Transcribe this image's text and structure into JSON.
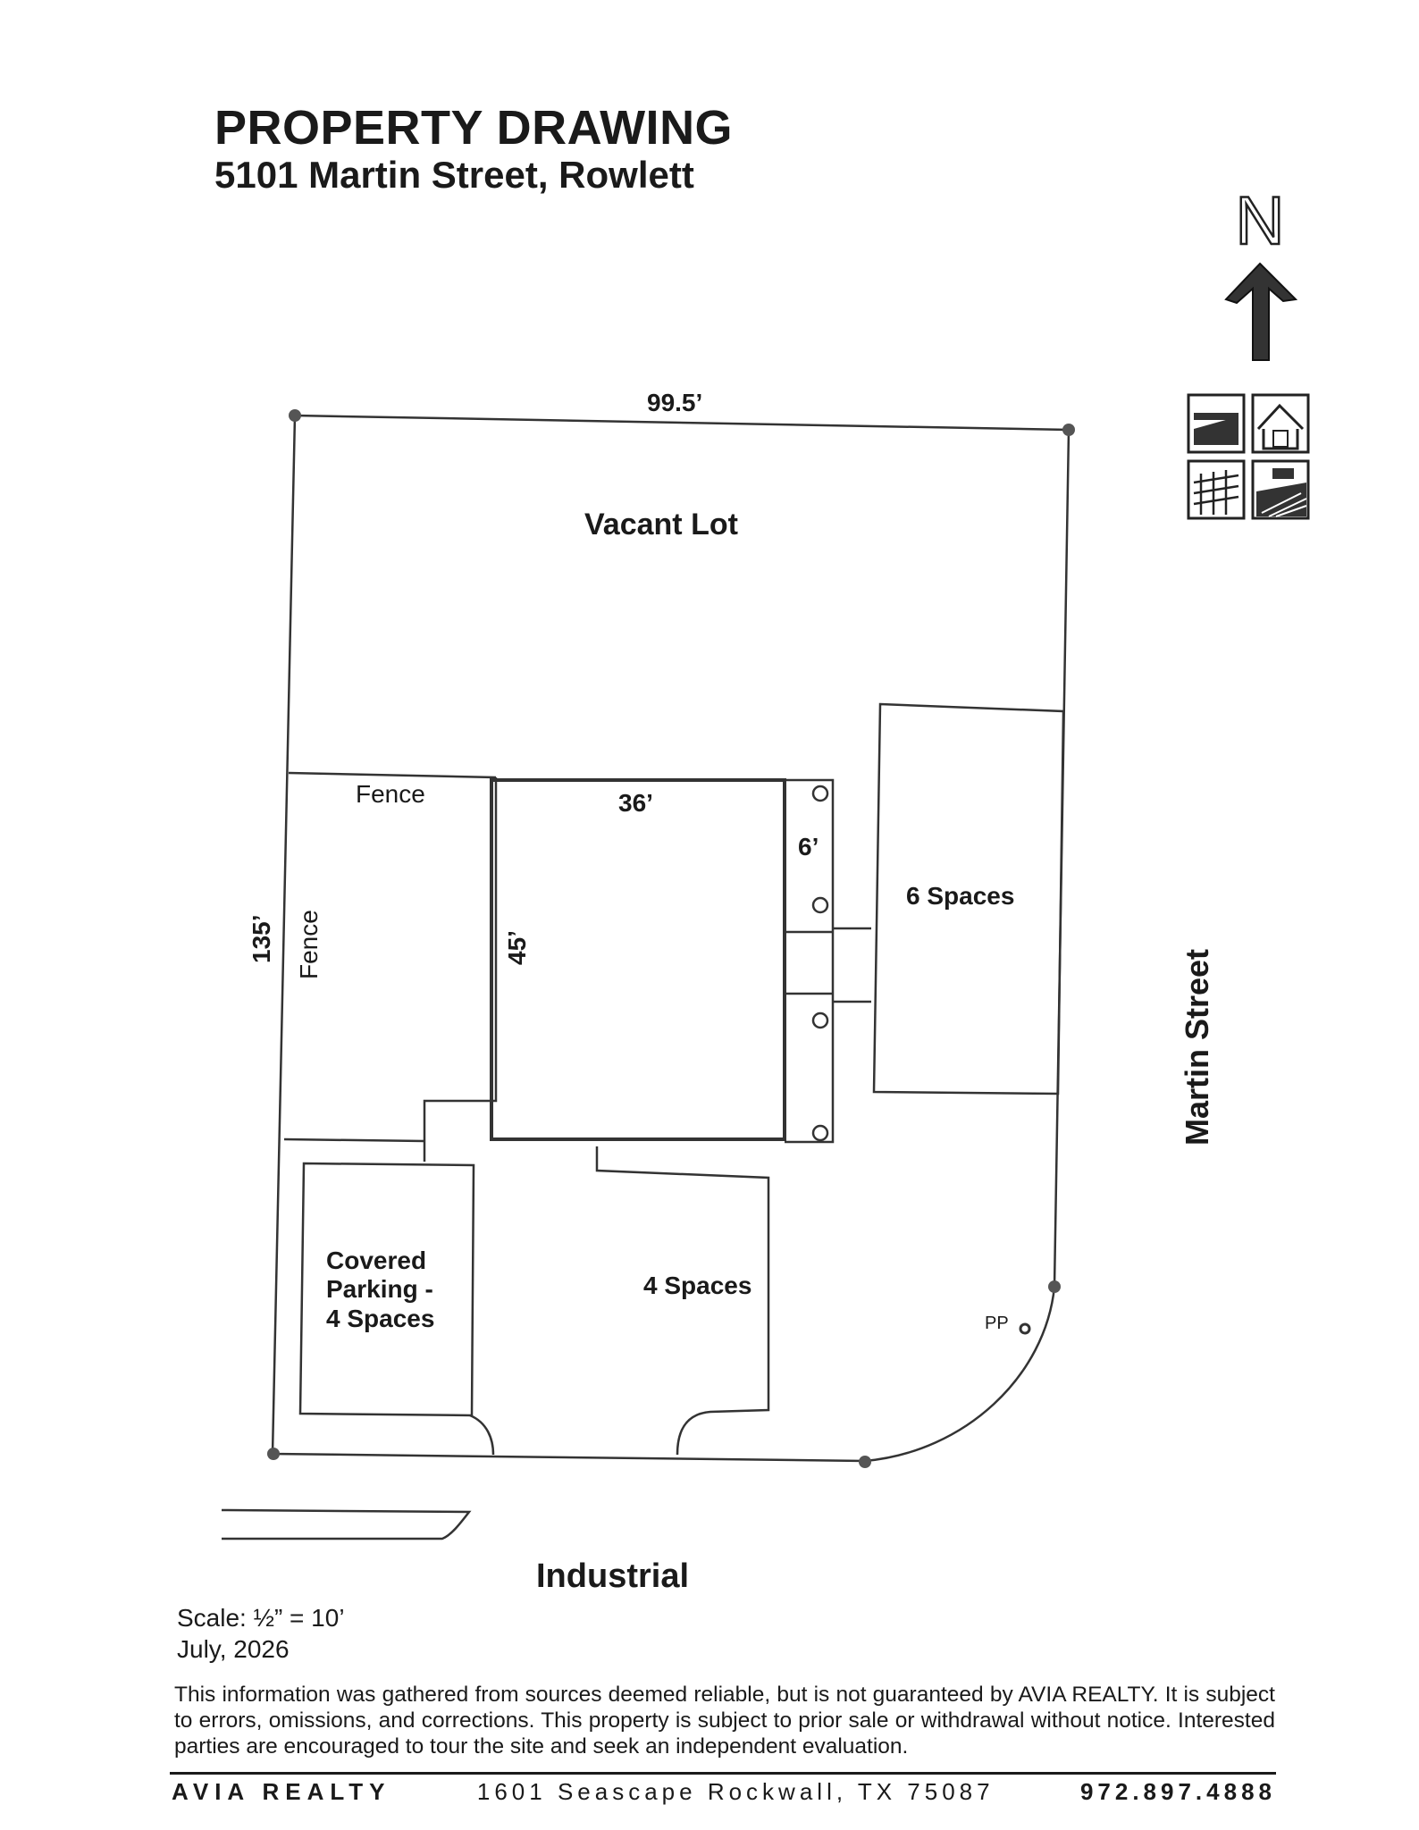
{
  "header": {
    "title": "PROPERTY DRAWING",
    "subtitle": "5101 Martin Street, Rowlett"
  },
  "compass": {
    "label": "N"
  },
  "plan": {
    "top_dimension": "99.5’",
    "left_dimension": "135’",
    "vacant_lot": "Vacant Lot",
    "fence_top": "Fence",
    "fence_side": "Fence",
    "building_width": "36’",
    "building_depth": "45’",
    "porch_width": "6’",
    "east_parking": "6 Spaces",
    "covered_parking": [
      "Covered",
      "Parking -",
      "4 Spaces"
    ],
    "south_parking": "4 Spaces",
    "power_pole": "PP",
    "street_east": "Martin Street",
    "zone_south": "Industrial"
  },
  "notes": {
    "scale": "Scale: ½” = 10’",
    "date": "July, 2026",
    "disclaimer": "This information was gathered from sources deemed reliable, but is not guaranteed by AVIA REALTY.  It is subject to errors, omissions, and corrections. This property is subject to prior sale or withdrawal without notice. Interested parties are encouraged to tour the site and seek an independent evaluation."
  },
  "footer": {
    "company": "AVIA REALTY",
    "address": "1601 Seascape  Rockwall, TX 75087",
    "phone": "972.897.4888"
  },
  "icons": [
    "north-arrow-icon",
    "property-types-logo-icon"
  ]
}
